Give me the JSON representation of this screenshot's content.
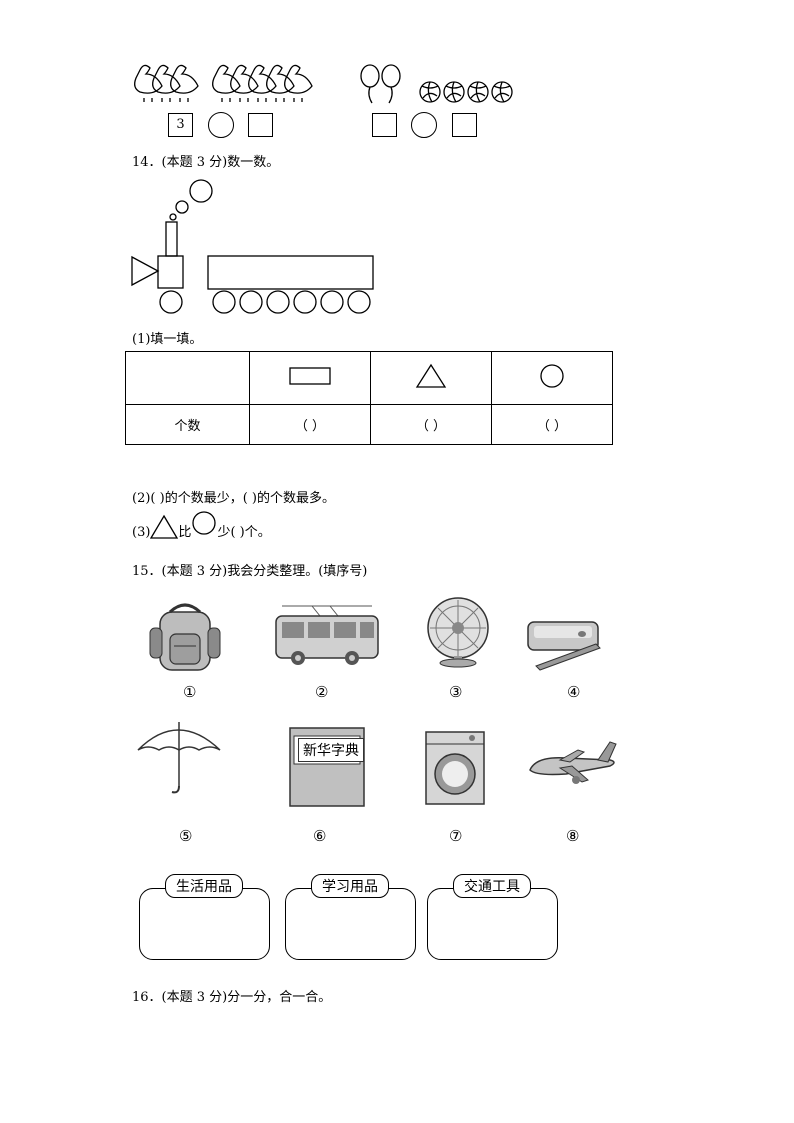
{
  "top_row": {
    "first_box_value": "3"
  },
  "q14": {
    "title": "14．(本题 3 分)数一数。",
    "part1": "(1)填一填。",
    "table_row_label": "个数",
    "paren": "（        ）",
    "part2": "(2)(          )的个数最少，(          )的个数最多。",
    "part3_prefix": "(3)",
    "part3_mid": "比",
    "part3_suffix": "少(          )个。"
  },
  "q15": {
    "title": "15．(本题 3 分)我会分类整理。(填序号)",
    "numbers": [
      "①",
      "②",
      "③",
      "④",
      "⑤",
      "⑥",
      "⑦",
      "⑧"
    ],
    "dictionary_label": "新华字典",
    "categories": [
      "生活用品",
      "学习用品",
      "交通工具"
    ]
  },
  "q16": {
    "title": "16．(本题 3 分)分一分，合一合。"
  }
}
